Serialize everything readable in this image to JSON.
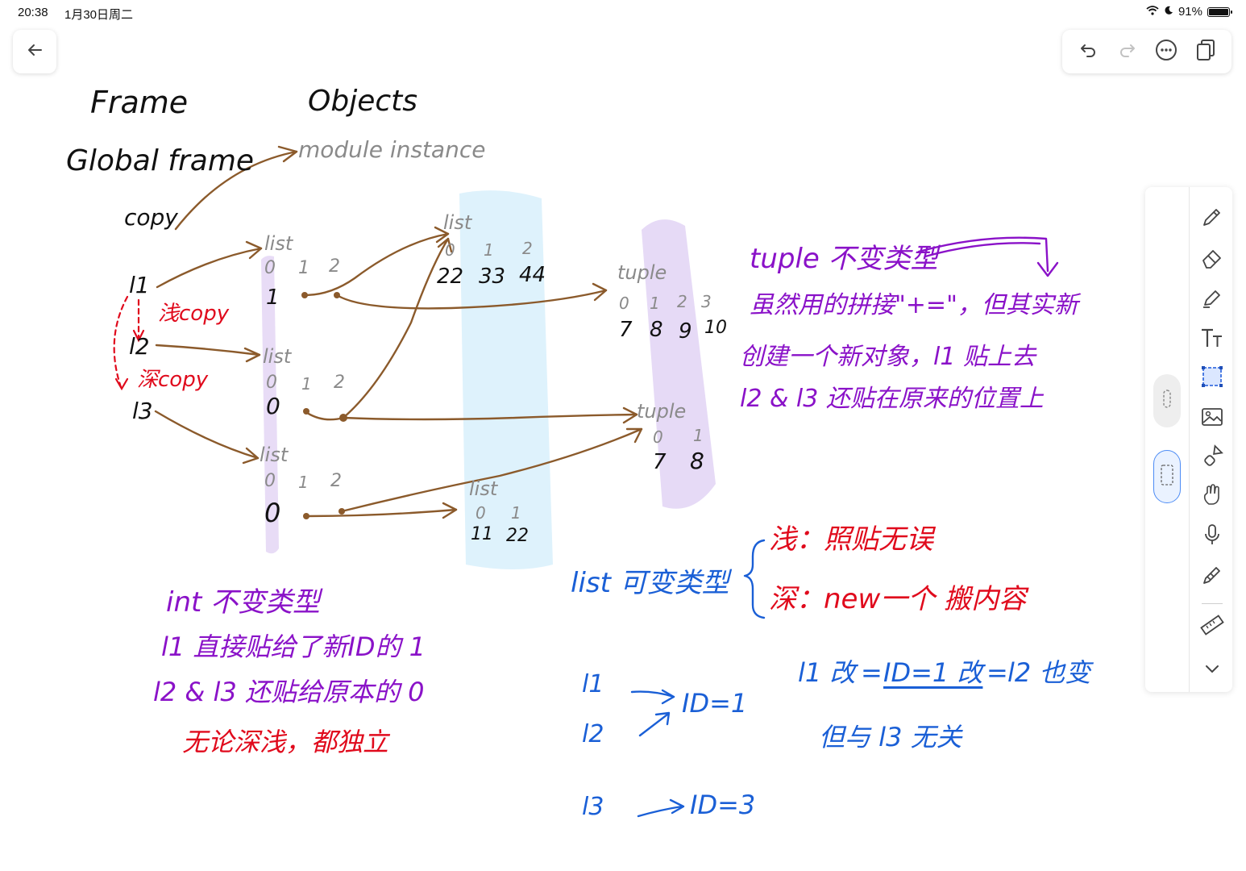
{
  "status": {
    "time": "20:38",
    "date": "1月30日周二",
    "battery": "91%"
  },
  "icons": {
    "back": "arrow-left-icon",
    "undo": "undo-icon",
    "redo": "redo-icon",
    "more": "more-icon",
    "pages": "pages-icon",
    "tools": [
      "pen-icon",
      "eraser-icon",
      "highlighter-icon",
      "text-icon",
      "lasso-icon",
      "image-icon",
      "shape-icon",
      "gesture-icon",
      "microphone-icon",
      "pencil-icon",
      "ruler-icon",
      "chevron-down-icon"
    ]
  },
  "colors": {
    "purple": "#8a12c8",
    "red": "#e00a1c",
    "blue": "#1a5fd6",
    "brown": "#8b5a2b",
    "grey": "#8a8a8a"
  },
  "note": {
    "frame": "Frame",
    "objects": "Objects",
    "global_frame": "Global frame",
    "module_instance": "module instance",
    "copy": "copy",
    "l1": "l1",
    "l2": "l2",
    "l3": "l3",
    "shallow_copy": "浅copy",
    "deep_copy": "深copy",
    "list": "list",
    "tuple": "tuple",
    "idx0": "0",
    "idx1": "1",
    "idx2": "2",
    "idx3": "3",
    "list1_val": "1",
    "list2_val": "0",
    "list3_val": "0",
    "inner_vals": [
      "22",
      "33",
      "44"
    ],
    "tuple_vals": [
      "7",
      "8",
      "9",
      "10"
    ],
    "tuple2_vals": [
      "7",
      "8"
    ],
    "small_list_vals": [
      "11",
      "22"
    ],
    "tuple_note": [
      "tuple 不变类型",
      "虽然用的拼接\"+=\"，但其实新",
      "创建一个新对象，l1 贴上去",
      "l2 & l3 还贴在原来的位置上"
    ],
    "list_mutable": "list 可变类型",
    "shallow_rule": "浅：照贴无误",
    "deep_rule": "深：new一个 搬内容",
    "int_note": [
      "int 不变类型",
      "l1 直接贴给了新ID的 1",
      "l2 & l3 还贴给原本的 0",
      "无论深浅，都独立"
    ],
    "id1": "ID=1",
    "id3": "ID=3",
    "l1_change": "l1 改",
    "equals": "=",
    "id1_change": "ID=1 改",
    "l2_changes": "l2 也变",
    "but_l3": "但与 l3 无关"
  }
}
